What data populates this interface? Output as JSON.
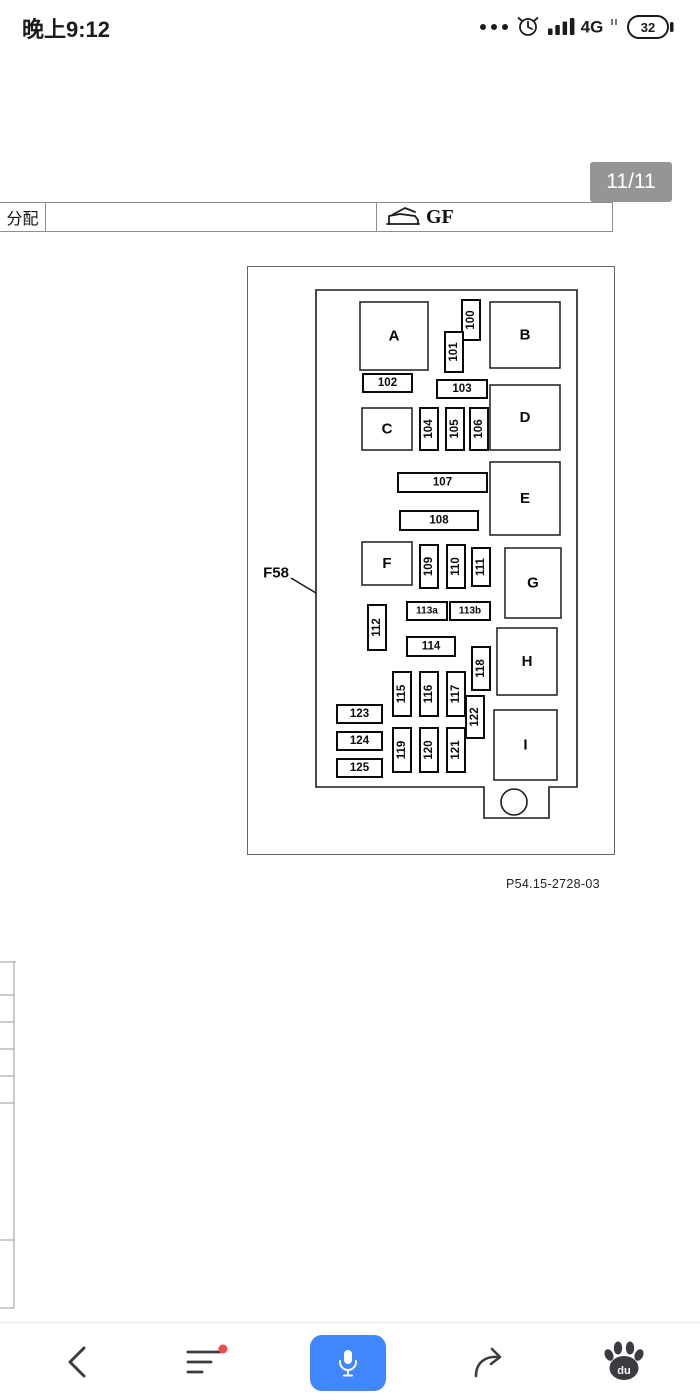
{
  "status_bar": {
    "time": "晚上9:12",
    "network": "4G",
    "battery_percent": "32"
  },
  "page_indicator": "11/11",
  "doc_header": {
    "assignment_label": "分配",
    "section_label": "GF"
  },
  "diagram": {
    "callout_label": "F58",
    "caption": "P54.15-2728-03",
    "relays": {
      "A": "A",
      "B": "B",
      "C": "C",
      "D": "D",
      "E": "E",
      "F": "F",
      "G": "G",
      "H": "H",
      "I": "I"
    },
    "fuses": {
      "100": "100",
      "101": "101",
      "102": "102",
      "103": "103",
      "104": "104",
      "105": "105",
      "106": "106",
      "107": "107",
      "108": "108",
      "109": "109",
      "110": "110",
      "111": "111",
      "112": "112",
      "113a": "113a",
      "113b": "113b",
      "114": "114",
      "115": "115",
      "116": "116",
      "117": "117",
      "118": "118",
      "119": "119",
      "120": "120",
      "121": "121",
      "122": "122",
      "123": "123",
      "124": "124",
      "125": "125"
    }
  },
  "nav_bar": {
    "logo_text": "du"
  },
  "colors": {
    "mic_button": "#4086ff",
    "badge_dot": "#ef4a45",
    "nav_icon": "#3c3c42"
  }
}
